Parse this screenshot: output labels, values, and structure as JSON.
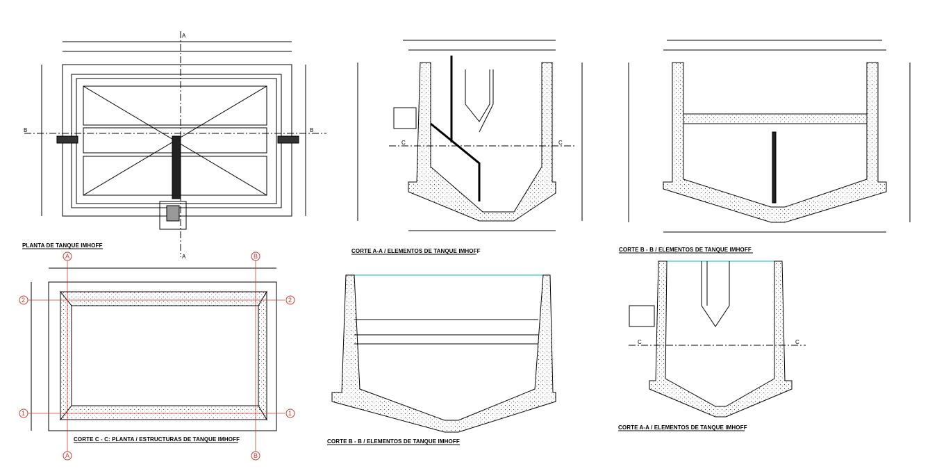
{
  "titles": {
    "plan": "PLANTA DE TANQUE IMHOFF",
    "section_aa_top": "CORTE A-A / ELEMENTOS DE TANQUE IMHOFF",
    "section_bb_top": "CORTE  B - B  / ELEMENTOS DE TANQUE IMHOFF",
    "section_cc_plan": "CORTE C - C: PLANTA  / ESTRUCTURAS DE TANQUE IMHOFF",
    "section_bb_bottom": "CORTE  B - B  / ELEMENTOS DE TANQUE IMHOFF",
    "section_aa_bottom": "CORTE A-A / ELEMENTOS DE TANQUE IMHOFF"
  },
  "grid_labels": {
    "a": "A",
    "b": "B",
    "one": "1",
    "two": "2"
  },
  "section_markers": {
    "a": "A",
    "b": "B",
    "c": "C"
  },
  "colors": {
    "line": "#000000",
    "grid": "#d33a2c",
    "water": "#00b8c8",
    "hatch": "#555555"
  }
}
